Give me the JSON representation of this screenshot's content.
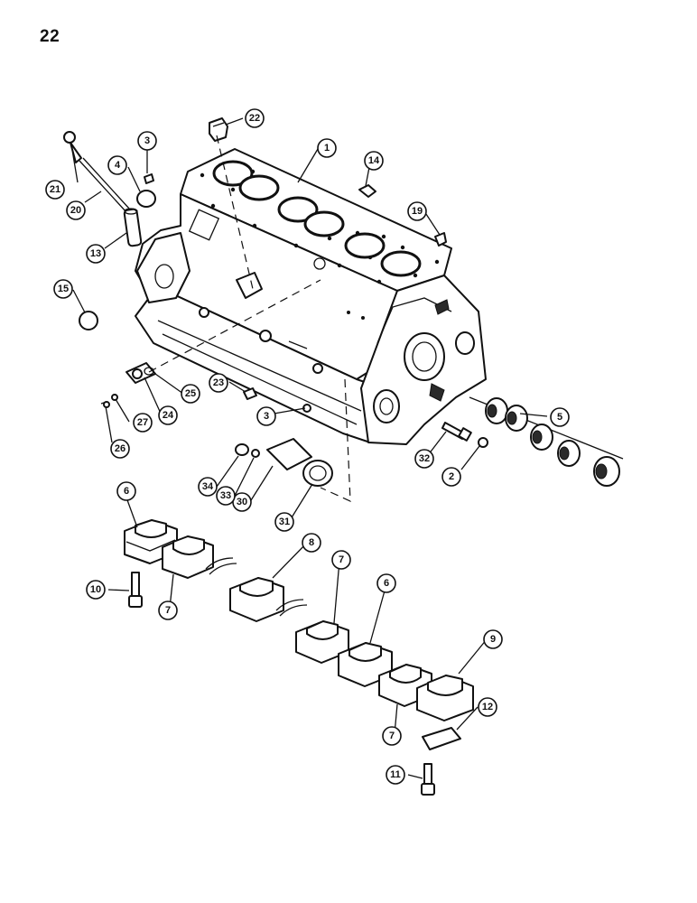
{
  "page": {
    "number": "22"
  },
  "callouts": [
    "1",
    "2",
    "3",
    "3",
    "4",
    "5",
    "6",
    "6",
    "7",
    "7",
    "7",
    "8",
    "9",
    "10",
    "11",
    "12",
    "13",
    "14",
    "15",
    "19",
    "20",
    "21",
    "22",
    "23",
    "24",
    "25",
    "26",
    "27",
    "30",
    "31",
    "32",
    "33",
    "34"
  ]
}
